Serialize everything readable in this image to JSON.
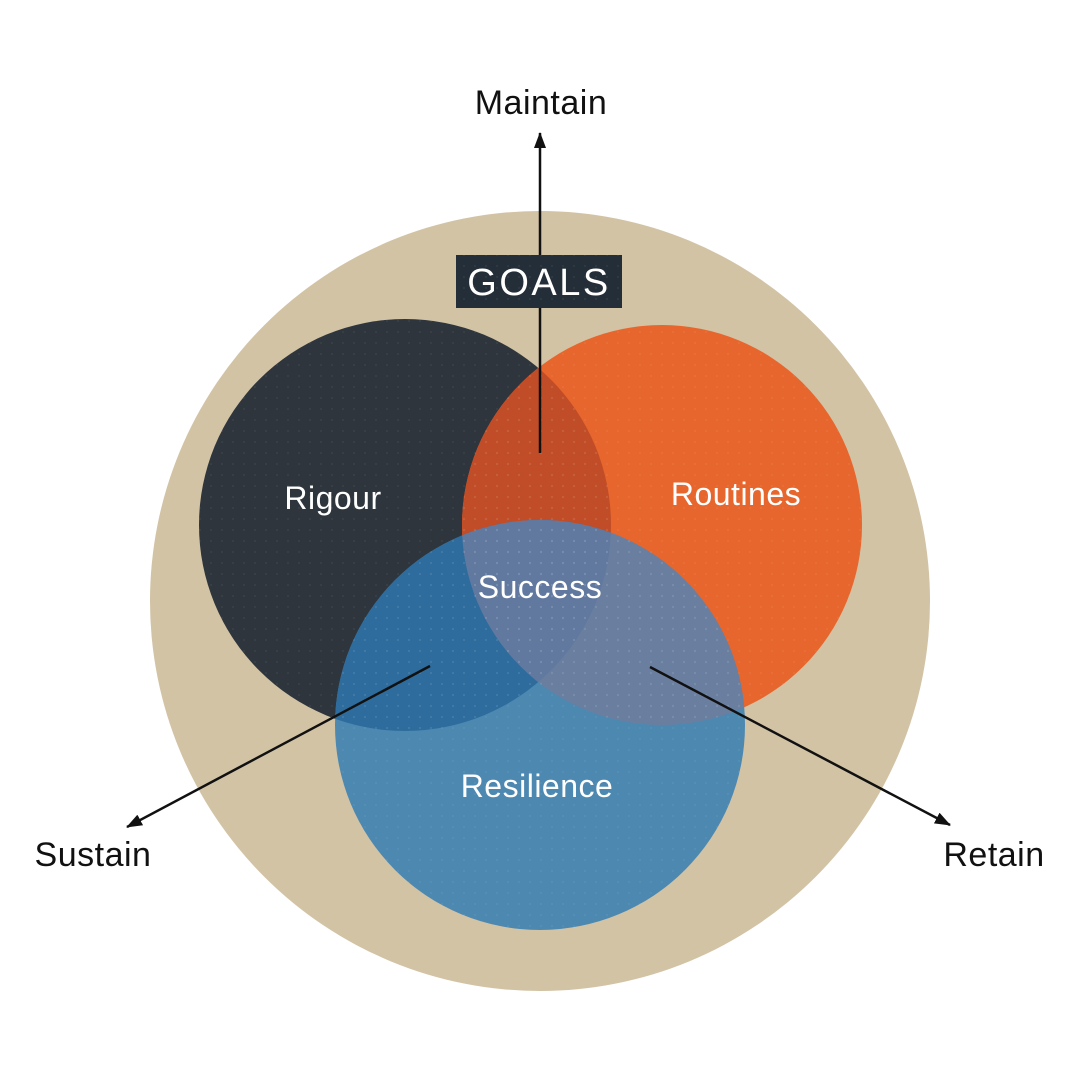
{
  "diagram": {
    "goals_box_label": "GOALS",
    "center_label": "Success",
    "circle_labels": {
      "rigour": "Rigour",
      "routines": "Routines",
      "resilience": "Resilience"
    },
    "outer_labels": {
      "top": "Maintain",
      "bottom_left": "Sustain",
      "bottom_right": "Retain"
    },
    "colors": {
      "background": "#ffffff",
      "outer_ring": "#d2c3a5",
      "rigour_circle": "#2e353c",
      "routines_circle": "#e7662d",
      "resilience_circle": "#4d88b1",
      "rigour_routines_overlap": "#c04d28",
      "rigour_resilience_overlap": "#2e6c9d",
      "routines_resilience_overlap": "#6a7fa0",
      "triple_overlap_success": "#61789f",
      "goals_box": "#232e38",
      "arrow": "#111111",
      "outer_text": "#111111",
      "inner_text": "#ffffff"
    }
  }
}
